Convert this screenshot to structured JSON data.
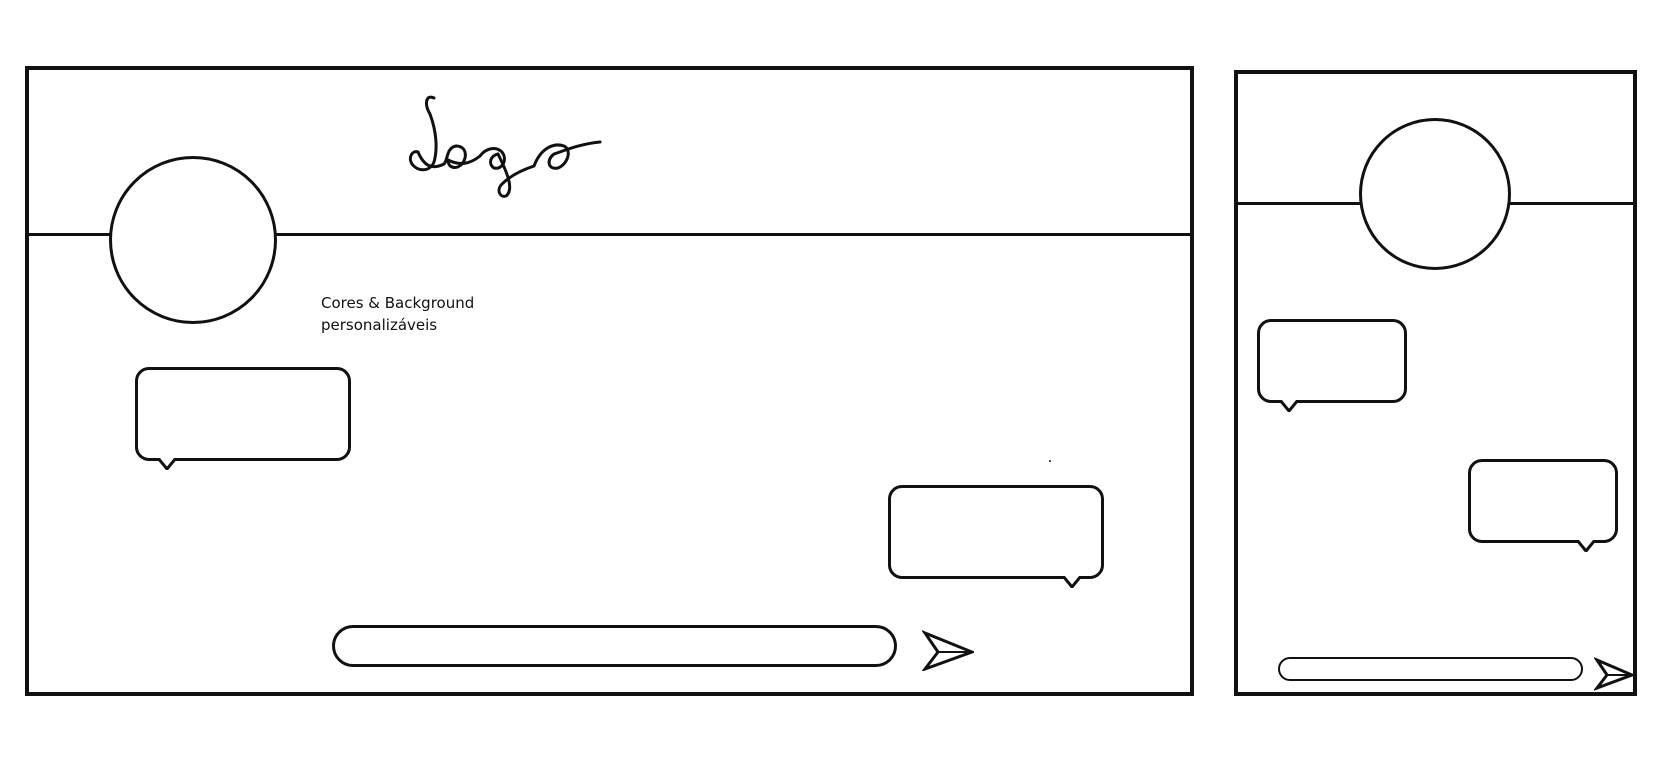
{
  "desktop_mockup": {
    "note_line1": "Cores & Background",
    "note_line2": "personalizáveis",
    "logo_handwritten_text": "Logo",
    "header_avatar": "avatar-circle",
    "send_icon": "send-arrow-icon"
  },
  "mobile_mockup": {
    "header_avatar": "avatar-circle",
    "send_icon": "send-arrow-icon"
  },
  "colors": {
    "stroke": "#111111",
    "background": "#ffffff"
  }
}
